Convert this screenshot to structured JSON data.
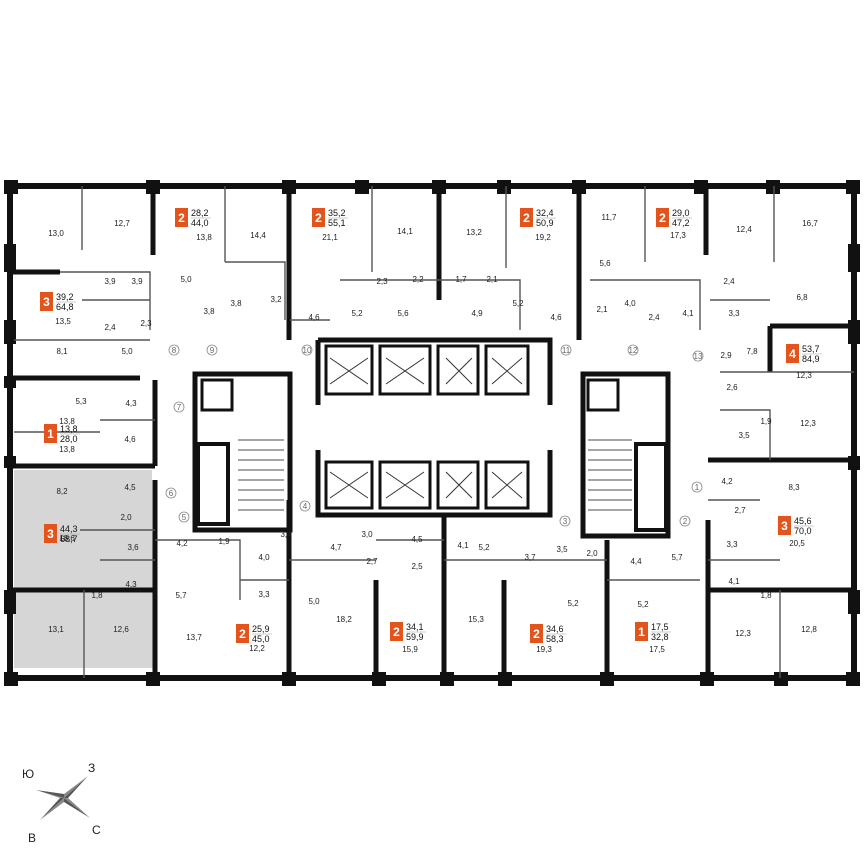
{
  "colors": {
    "wall": "#111111",
    "thin_line": "#555555",
    "badge": "#e2541c",
    "highlight": "#d6d6d6",
    "text": "#222222"
  },
  "compass": {
    "labels": [
      "Ю",
      "З",
      "В",
      "С"
    ],
    "icon": "compass-star-icon"
  },
  "apartments": [
    {
      "rooms": "2",
      "living": "28,2",
      "total": "44,0"
    },
    {
      "rooms": "2",
      "living": "35,2",
      "total": "55,1"
    },
    {
      "rooms": "2",
      "living": "32,4",
      "total": "50,9"
    },
    {
      "rooms": "2",
      "living": "29,0",
      "total": "47,2"
    },
    {
      "rooms": "3",
      "living": "39,2",
      "total": "64,8"
    },
    {
      "rooms": "4",
      "living": "53,7",
      "total": "84,9"
    },
    {
      "rooms": "1",
      "living": "13,8",
      "total": "28,0"
    },
    {
      "rooms": "3",
      "living": "44,3",
      "total": "68,7",
      "selected": true
    },
    {
      "rooms": "3",
      "living": "45,6",
      "total": "70,0"
    },
    {
      "rooms": "2",
      "living": "25,9",
      "total": "45,0"
    },
    {
      "rooms": "2",
      "living": "34,1",
      "total": "59,9"
    },
    {
      "rooms": "2",
      "living": "34,6",
      "total": "58,3"
    },
    {
      "rooms": "1",
      "living": "17,5",
      "total": "32,8"
    }
  ],
  "room_areas": [
    "13,0",
    "12,7",
    "13,8",
    "14,4",
    "21,1",
    "14,1",
    "13,2",
    "19,2",
    "11,7",
    "17,3",
    "12,4",
    "16,7",
    "3,9",
    "3,9",
    "5,0",
    "3,8",
    "3,2",
    "3,8",
    "2,3",
    "2,2",
    "1,7",
    "2,1",
    "5,6",
    "2,4",
    "13,5",
    "2,4",
    "2,3",
    "4,6",
    "5,2",
    "5,6",
    "4,9",
    "5,2",
    "4,6",
    "4,0",
    "2,1",
    "2,4",
    "4,1",
    "3,3",
    "6,8",
    "8,1",
    "5,0",
    "2,9",
    "7,8",
    "12,3",
    "5,3",
    "4,3",
    "2,6",
    "13,8",
    "4,6",
    "13,8",
    "3,5",
    "1,9",
    "12,3",
    "8,2",
    "4,5",
    "4,2",
    "8,3",
    "2,0",
    "2,7",
    "18,6",
    "3,6",
    "3,4",
    "3,0",
    "4,5",
    "4,7",
    "4,2",
    "1,9",
    "4,0",
    "4,1",
    "5,2",
    "3,7",
    "3,5",
    "2,0",
    "4,4",
    "5,7",
    "3,3",
    "20,5",
    "2,7",
    "2,5",
    "4,3",
    "4,1",
    "1,8",
    "5,7",
    "3,3",
    "5,0",
    "5,2",
    "5,2",
    "1,8",
    "13,1",
    "12,6",
    "13,7",
    "18,2",
    "15,3",
    "12,3",
    "12,8",
    "12,2",
    "15,9",
    "19,3",
    "17,5"
  ],
  "section_numbers": [
    "1",
    "2",
    "3",
    "4",
    "5",
    "6",
    "7",
    "8",
    "9",
    "10",
    "11",
    "12",
    "13"
  ]
}
